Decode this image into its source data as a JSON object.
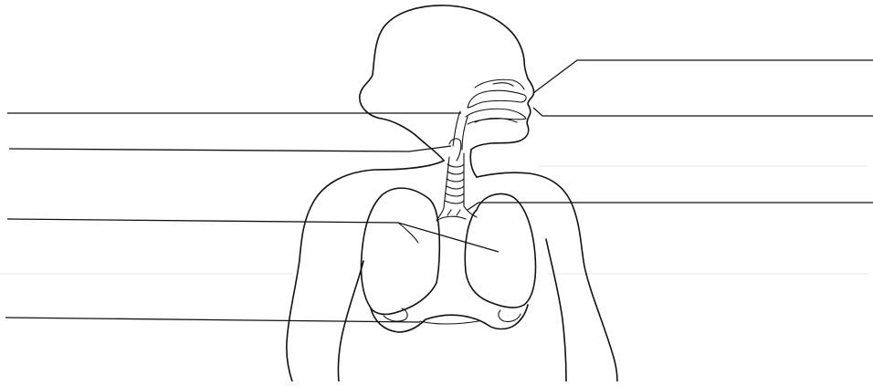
{
  "diagram": {
    "header_text": "",
    "labels": [
      {
        "id": "label-1",
        "text": ""
      },
      {
        "id": "label-2",
        "text": ""
      },
      {
        "id": "label-3",
        "text": ""
      },
      {
        "id": "label-4",
        "text": ""
      },
      {
        "id": "label-5",
        "text": ""
      },
      {
        "id": "label-6",
        "text": ""
      },
      {
        "id": "label-7",
        "text": ""
      }
    ]
  }
}
